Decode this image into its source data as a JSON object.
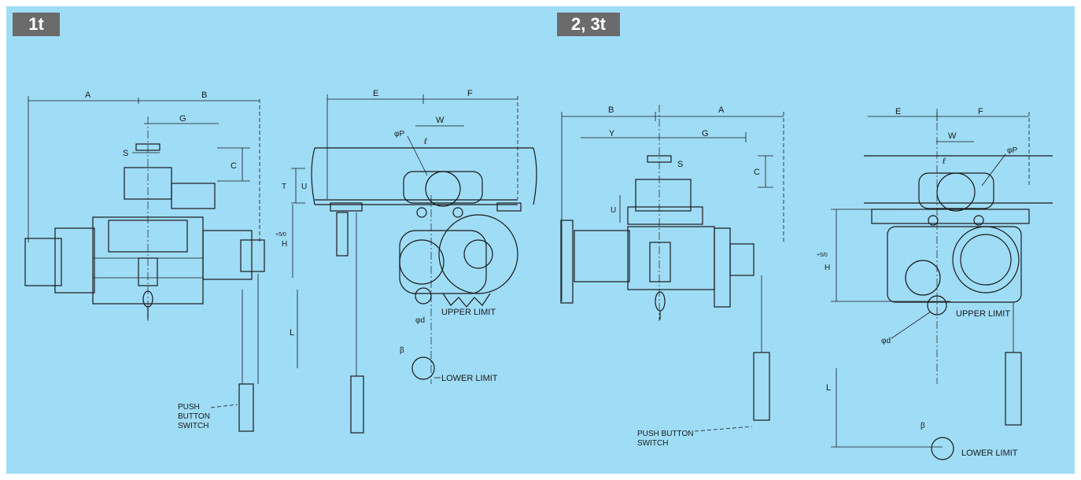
{
  "tabs": {
    "one_ton": "1t",
    "two_three_ton": "2, 3t"
  },
  "dimension_labels": {
    "a": "A",
    "b": "B",
    "c": "C",
    "e": "E",
    "f": "F",
    "g": "G",
    "s": "S",
    "t": "T",
    "u": "U",
    "w": "W",
    "y": "Y",
    "h": "H",
    "h_tol_1t": "+5/0",
    "h_tol_23t": "+5/0",
    "l": "L",
    "l_small": "ℓ",
    "phi_p": "φP",
    "phi_d": "φd",
    "beta": "β"
  },
  "callouts": {
    "upper_limit": "UPPER LIMIT",
    "lower_limit": "LOWER LIMIT",
    "push_button_1t": [
      "PUSH",
      "BUTTON",
      "SWITCH"
    ],
    "push_button_23t": [
      "PUSH BUTTON",
      "SWITCH"
    ]
  },
  "colors": {
    "background": "#9fdcf6",
    "tab": "#6b6b6b",
    "line": "#1a1a1a"
  }
}
